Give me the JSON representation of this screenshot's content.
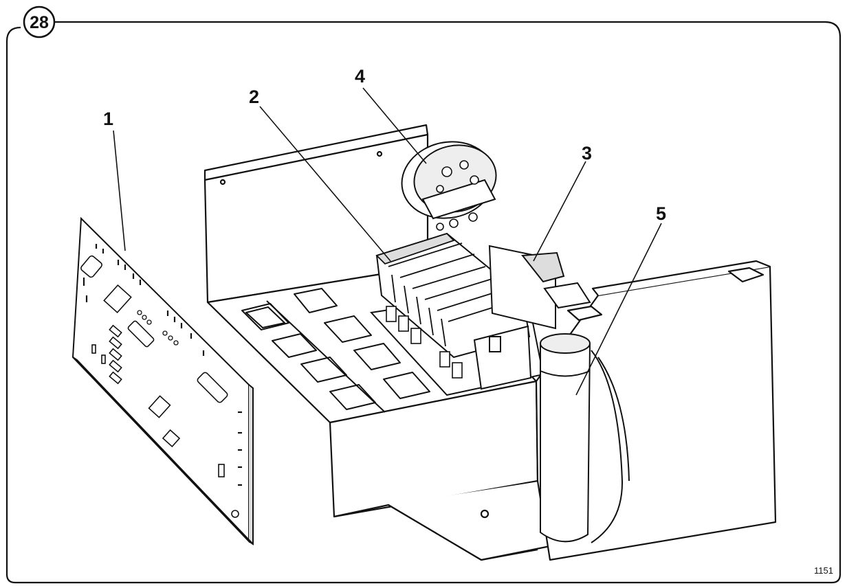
{
  "figure": {
    "number": "28",
    "code": "1151",
    "callouts": [
      {
        "id": "1",
        "part": "control-circuit-board"
      },
      {
        "id": "2",
        "part": "terminal-block-relays"
      },
      {
        "id": "3",
        "part": "relay-module"
      },
      {
        "id": "4",
        "part": "thermostat-dial"
      },
      {
        "id": "5",
        "part": "capacitor"
      }
    ]
  },
  "colors": {
    "ink": "#111111",
    "paper": "#ffffff",
    "shade": "#d8d8d8"
  }
}
